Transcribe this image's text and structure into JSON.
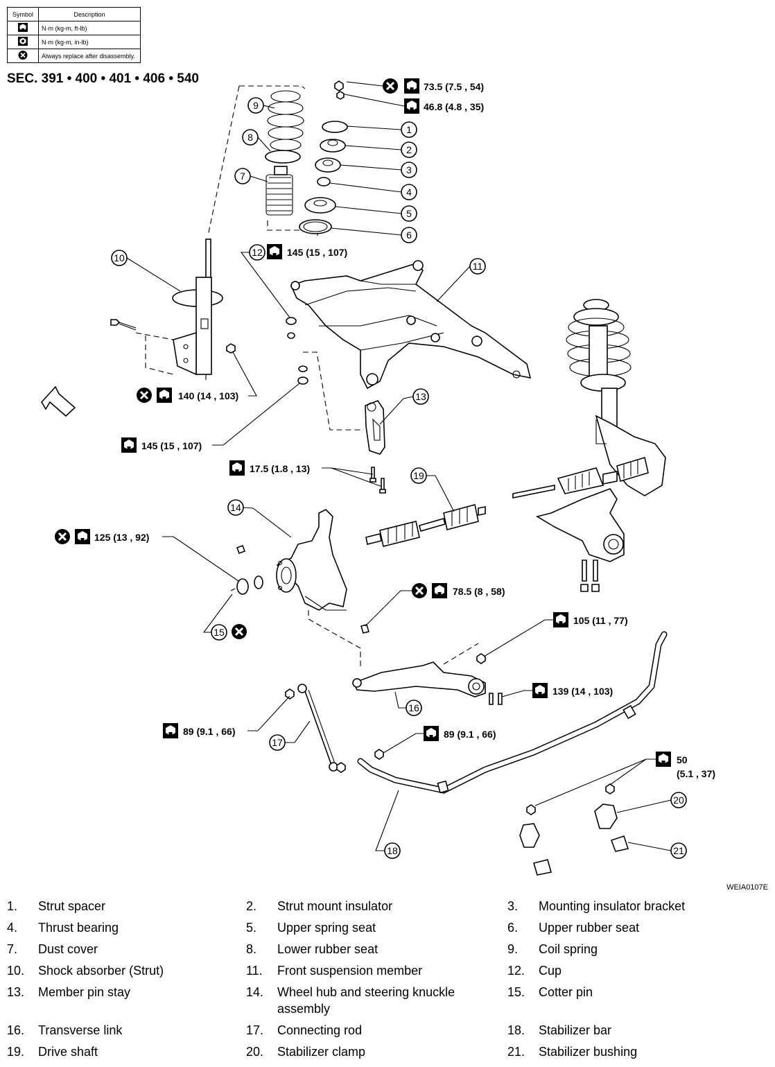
{
  "legend": {
    "headers": [
      "Symbol",
      "Description"
    ],
    "rows": [
      {
        "icon": "torque-wrench-ft-lb-icon",
        "desc": "N·m (kg-m, ft-lb)"
      },
      {
        "icon": "torque-wrench-in-lb-icon",
        "desc": "N·m (kg-m, in-lb)"
      },
      {
        "icon": "always-replace-icon",
        "desc": "Always replace after disassembly."
      }
    ]
  },
  "section": "SEC.  391 • 400 • 401 • 406 • 540",
  "figure_code": "WEIA0107E",
  "callouts": [
    "1",
    "2",
    "3",
    "4",
    "5",
    "6",
    "7",
    "8",
    "9",
    "10",
    "11",
    "12",
    "13",
    "14",
    "15",
    "16",
    "17",
    "18",
    "19",
    "20",
    "21"
  ],
  "torques": {
    "t_73_5": "73.5 (7.5 , 54)",
    "t_46_8": "46.8 (4.8 , 35)",
    "t_145_top": "145 (15 , 107)",
    "t_140": "140 (14 , 103)",
    "t_145_mid": "145 (15 , 107)",
    "t_17_5": "17.5 (1.8 , 13)",
    "t_125": "125 (13 , 92)",
    "t_78_5": "78.5 (8 , 58)",
    "t_105": "105 (11 , 77)",
    "t_139": "139 (14 , 103)",
    "t_89_left": "89 (9.1 , 66)",
    "t_89_right": "89 (9.1 , 66)",
    "t_50_a": "50",
    "t_50_b": "(5.1 , 37)"
  },
  "parts": [
    {
      "num": "1.",
      "name": "Strut spacer"
    },
    {
      "num": "2.",
      "name": "Strut mount insulator"
    },
    {
      "num": "3.",
      "name": "Mounting insulator bracket"
    },
    {
      "num": "4.",
      "name": "Thrust bearing"
    },
    {
      "num": "5.",
      "name": "Upper spring seat"
    },
    {
      "num": "6.",
      "name": "Upper rubber seat"
    },
    {
      "num": "7.",
      "name": "Dust cover"
    },
    {
      "num": "8.",
      "name": "Lower rubber seat"
    },
    {
      "num": "9.",
      "name": "Coil spring"
    },
    {
      "num": "10.",
      "name": "Shock absorber (Strut)"
    },
    {
      "num": "11.",
      "name": "Front suspension member"
    },
    {
      "num": "12.",
      "name": "Cup"
    },
    {
      "num": "13.",
      "name": "Member pin stay"
    },
    {
      "num": "14.",
      "name": "Wheel hub and steering knuckle assembly"
    },
    {
      "num": "15.",
      "name": "Cotter pin"
    },
    {
      "num": "16.",
      "name": "Transverse link"
    },
    {
      "num": "17.",
      "name": "Connecting rod"
    },
    {
      "num": "18.",
      "name": "Stabilizer bar"
    },
    {
      "num": "19.",
      "name": "Drive shaft"
    },
    {
      "num": "20.",
      "name": "Stabilizer clamp"
    },
    {
      "num": "21.",
      "name": "Stabilizer bushing"
    }
  ]
}
